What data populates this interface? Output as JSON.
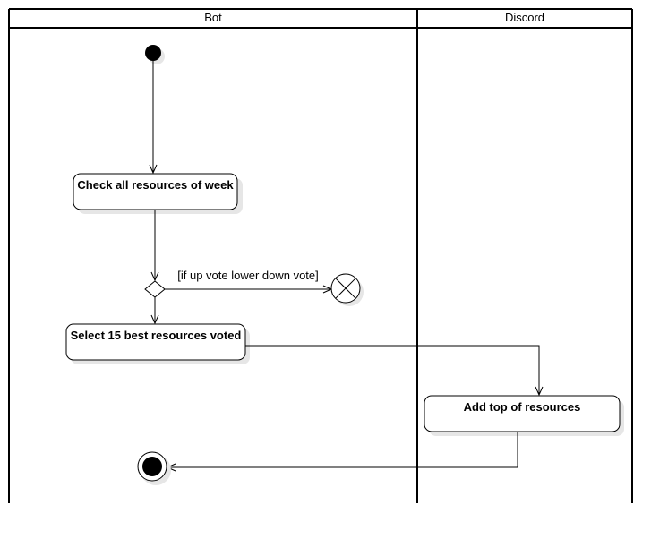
{
  "swimlanes": [
    {
      "id": "bot",
      "title": "Bot"
    },
    {
      "id": "discord",
      "title": "Discord"
    }
  ],
  "nodes": {
    "check_resources": {
      "label": "Check all resources of week",
      "lane": "bot"
    },
    "select_best": {
      "label": "Select 15 best resources voted",
      "lane": "bot"
    },
    "add_top": {
      "label": "Add top of resources",
      "lane": "discord"
    }
  },
  "guards": {
    "downvote_guard": "[if up vote lower down vote]"
  },
  "colors": {
    "stroke": "#000000",
    "fill": "#ffffff",
    "shadow": "#e6e6e6"
  }
}
